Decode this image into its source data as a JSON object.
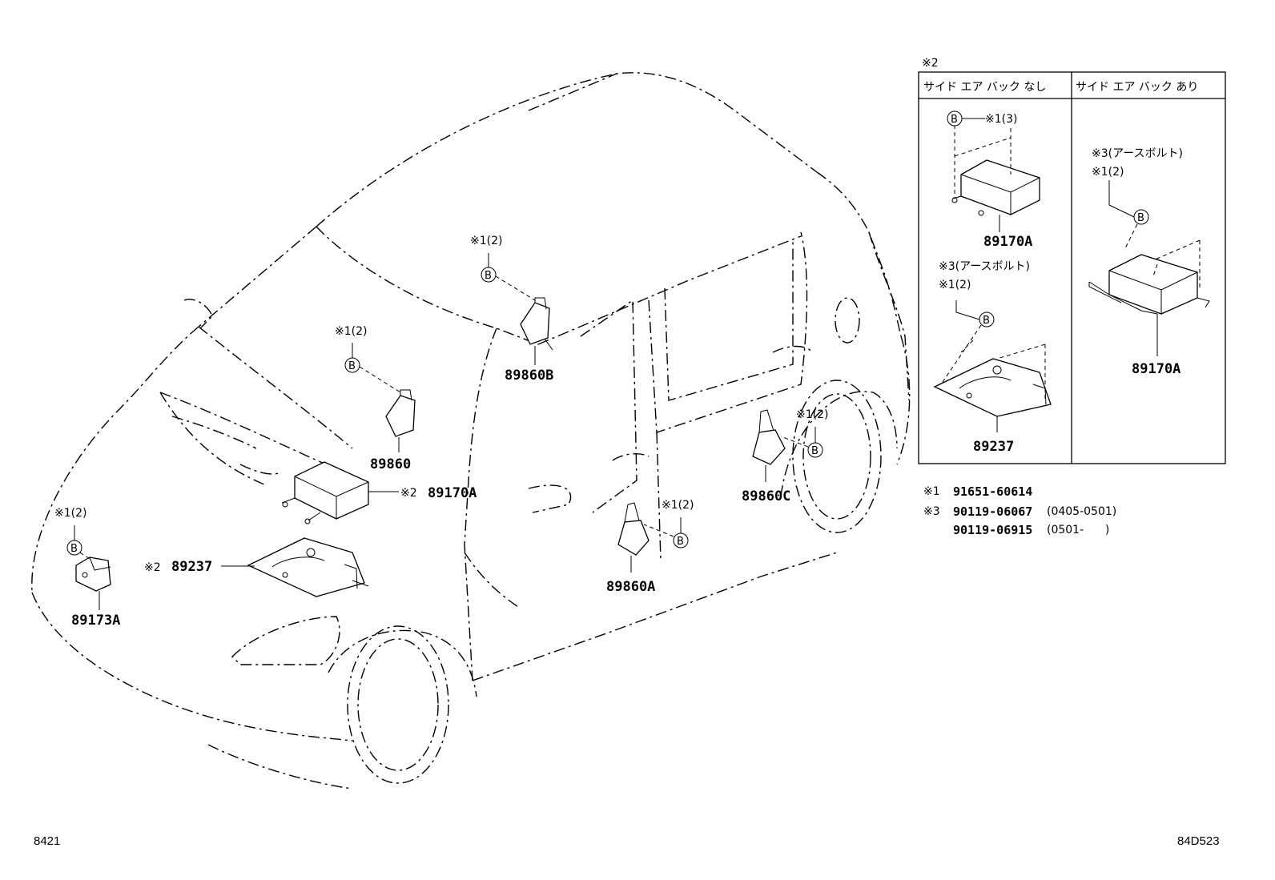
{
  "labels": {
    "p89860B": "89860B",
    "p89860": "89860",
    "p89170A_main": "89170A",
    "p89237_main": "89237",
    "p89173A": "89173A",
    "p89860A": "89860A",
    "p89860C": "89860C",
    "note2_main_170": "※2",
    "note2_main_237": "※2",
    "callout_b": "※1(2)",
    "bolt": "B"
  },
  "inset": {
    "marker": "※2",
    "col1_header": "サイド エア バック なし",
    "col2_header": "サイド エア バック あり",
    "c1_top_callout": "※1(3)",
    "c1_part1": "89170A",
    "c1_earth": "※3(アースボルト)",
    "c1_qty": "※1(2)",
    "c1_part2": "89237",
    "c2_earth": "※3(アースボルト)",
    "c2_qty": "※1(2)",
    "c2_part": "89170A"
  },
  "notes": [
    {
      "mark": "※1",
      "part": "91651-60614",
      "range": ""
    },
    {
      "mark": "※3",
      "part": "90119-06067",
      "range": "(0405-0501)"
    },
    {
      "mark": "",
      "part": "90119-06915",
      "range": "(0501-      )"
    }
  ],
  "footer": {
    "left": "8421",
    "right": "84D523"
  }
}
